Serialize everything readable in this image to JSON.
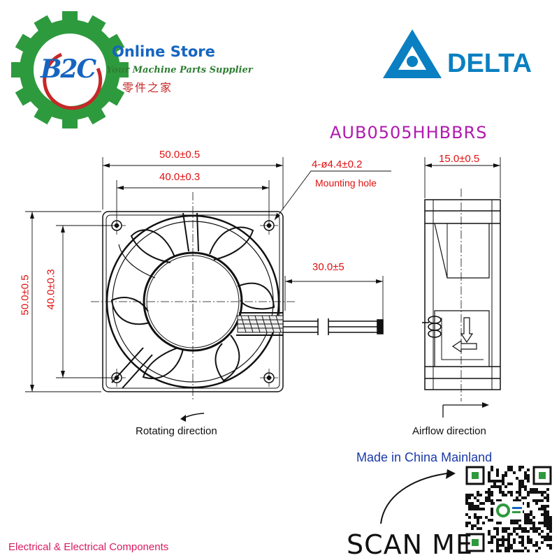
{
  "brand": {
    "logo_text": "B2C",
    "title": "Online Store",
    "subtitle": "Your Machine Parts Supplier",
    "chinese": "零件之家",
    "colors": {
      "gear": "#2e9a3e",
      "logo_blue": "#1565c0",
      "accent_red": "#c62828"
    }
  },
  "delta": {
    "name": "DELTA",
    "color": "#0a7fc1"
  },
  "model": "AUB0505HHBBRS",
  "dimensions": {
    "width_outer": "50.0±0.5",
    "width_inner": "40.0±0.3",
    "height_outer": "50.0±0.5",
    "height_inner": "40.0±0.3",
    "depth": "15.0±0.5",
    "mounting_hole": "4-ø4.4±0.2",
    "mounting_hole_label": "Mounting hole",
    "lead_length": "30.0±5"
  },
  "captions": {
    "rotating": "Rotating direction",
    "airflow": "Airflow direction"
  },
  "origin": "Made in China Mainland",
  "scan_label": "SCAN ME",
  "footer": "Electrical & Electrical Components",
  "icons": {
    "gear": "gear-icon",
    "delta_logo": "delta-triangle-icon",
    "qr": "qr-code-icon",
    "arrow": "curved-arrow-icon"
  }
}
